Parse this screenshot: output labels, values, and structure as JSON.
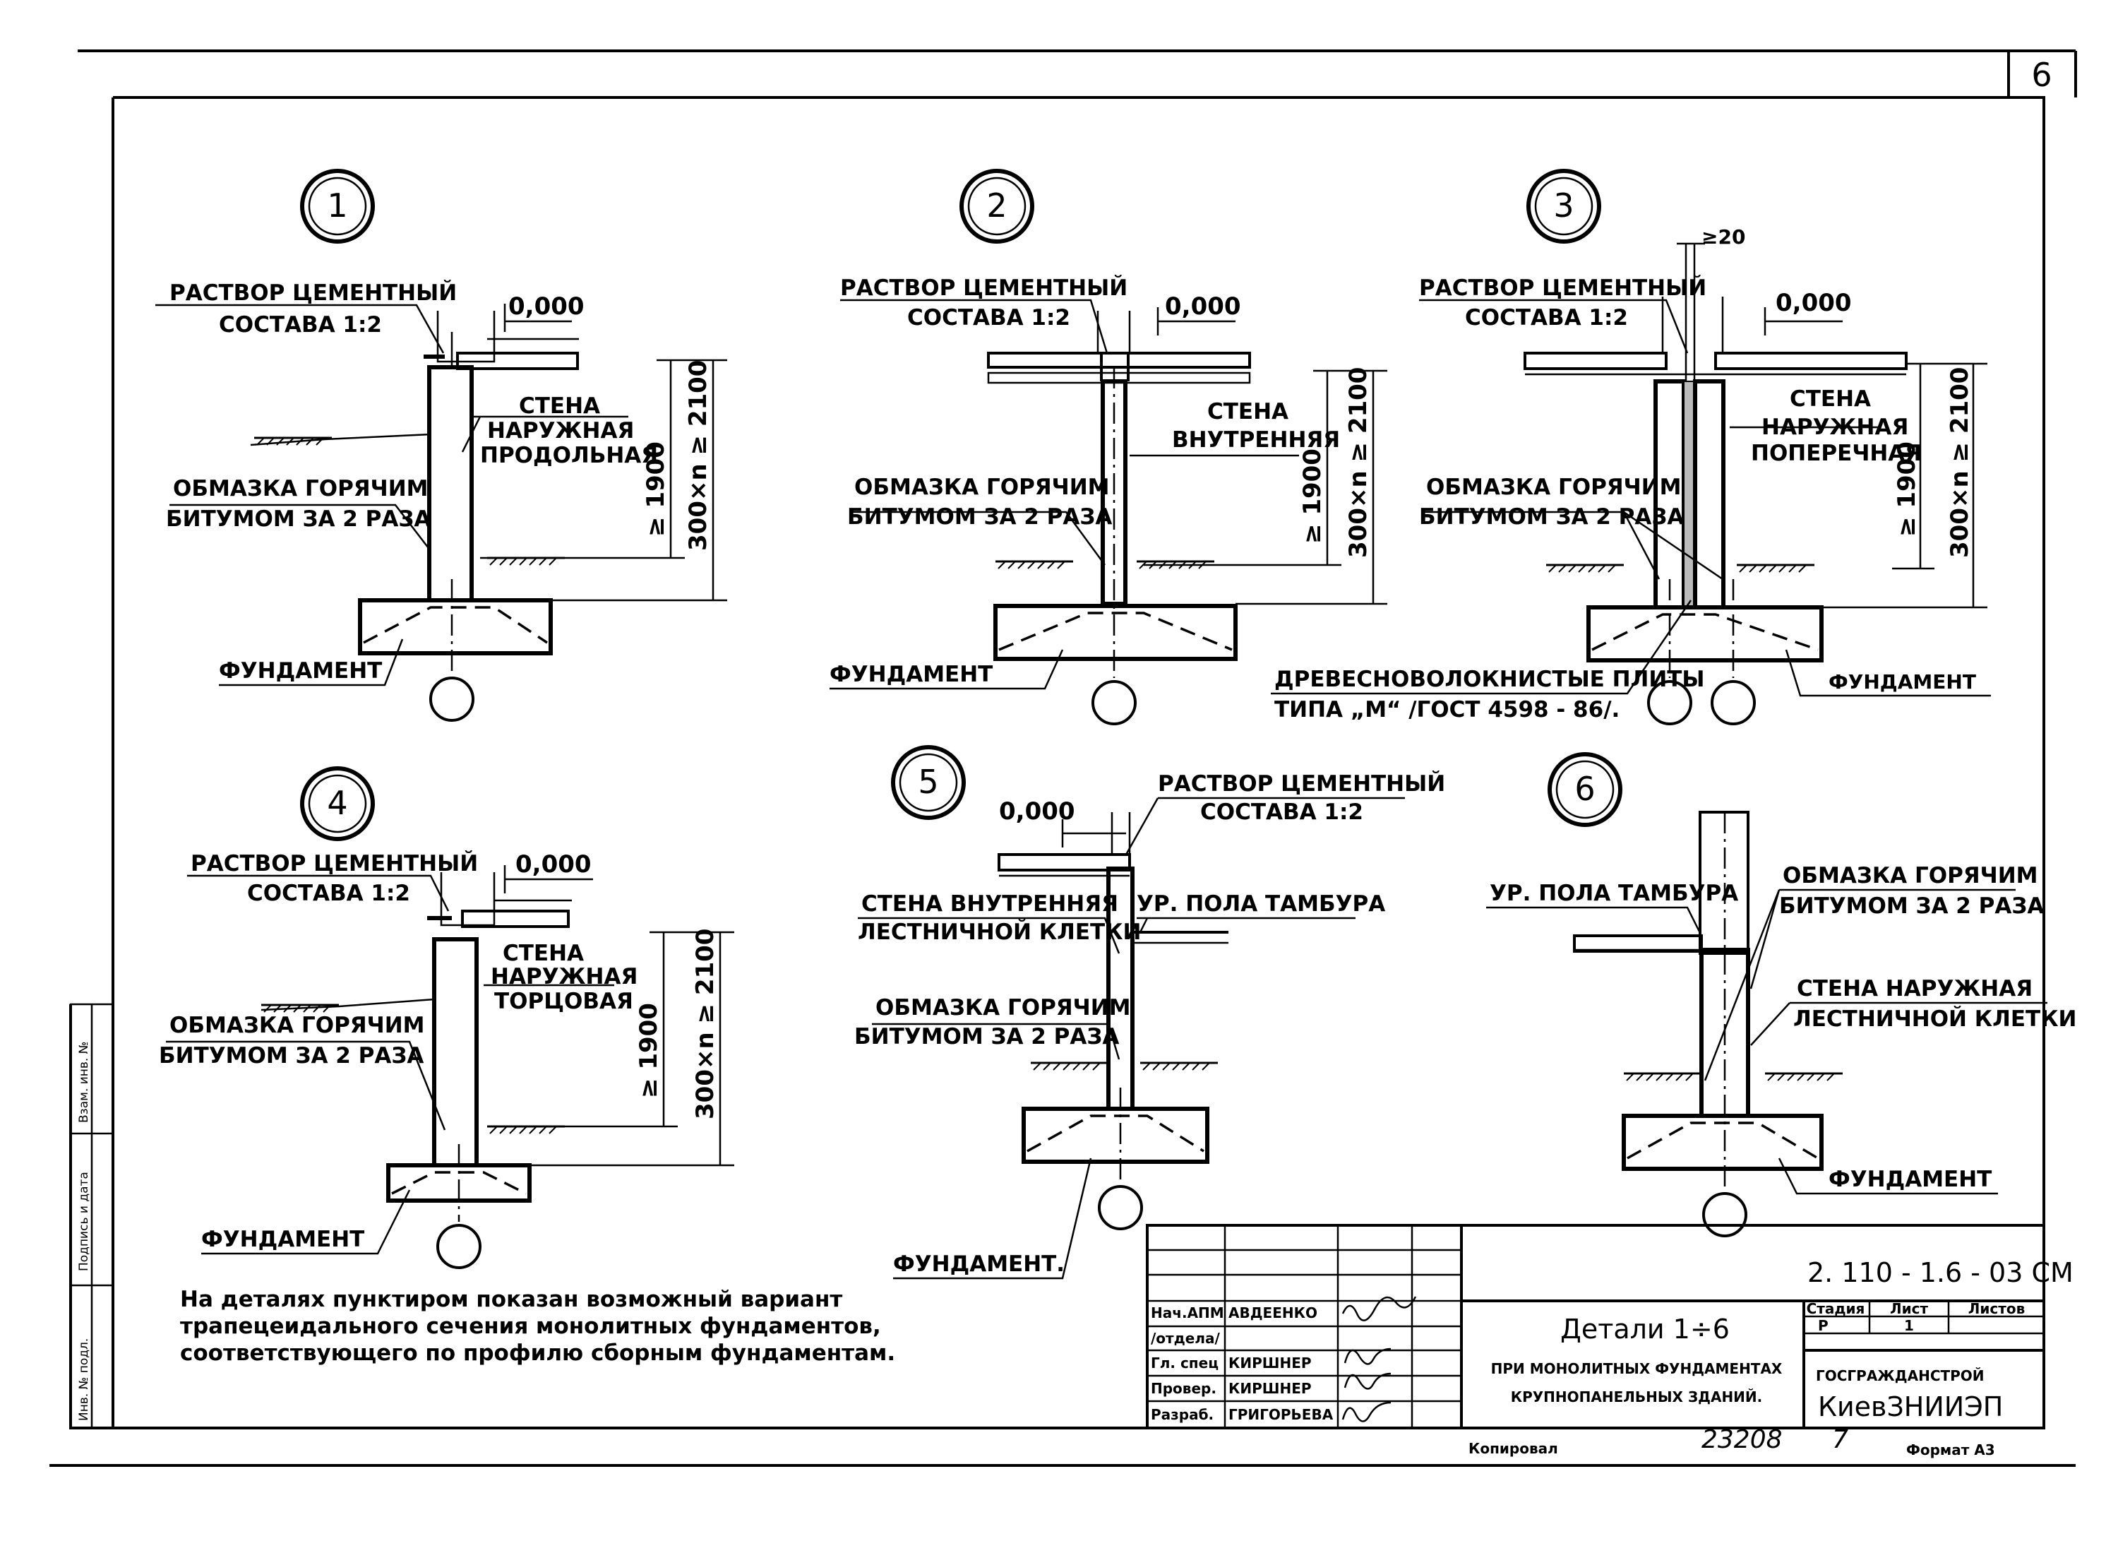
{
  "sheet": {
    "sheet_number": "6",
    "note": [
      "На деталях пунктиром показан возможный вариант",
      "трапецеидального сечения монолитных фундаментов,",
      "соответствующего по профилю сборным фундаментам."
    ],
    "copied": "Копировал",
    "inventory": "23208",
    "page_index": "7",
    "format": "Формат А3"
  },
  "side_stamp": {
    "cells": [
      "Взам. инв. №",
      "Подпись и дата",
      "Инв. № подл."
    ]
  },
  "details": [
    {
      "id": "1",
      "mortar": [
        "РАСТВОР ЦЕМЕНТНЫЙ",
        "СОСТАВА 1:2"
      ],
      "level": "0,000",
      "wall": [
        "СТЕНА",
        "НАРУЖНАЯ",
        "ПРОДОЛЬНАЯ"
      ],
      "coating": [
        "ОБМАЗКА ГОРЯЧИМ",
        "БИТУМОМ ЗА 2 РАЗА"
      ],
      "dim_a": "≥ 1900",
      "dim_b": "300×n ≥ 2100",
      "foundation": "ФУНДАМЕНТ"
    },
    {
      "id": "2",
      "mortar": [
        "РАСТВОР ЦЕМЕНТНЫЙ",
        "СОСТАВА 1:2"
      ],
      "level": "0,000",
      "wall": [
        "СТЕНА",
        "ВНУТРЕННЯЯ"
      ],
      "coating": [
        "ОБМАЗКА ГОРЯЧИМ",
        "БИТУМОМ ЗА 2 РАЗА"
      ],
      "dim_a": "≥ 1900",
      "dim_b": "300×n ≥ 2100",
      "foundation": "ФУНДАМЕНТ"
    },
    {
      "id": "3",
      "mortar": [
        "РАСТВОР ЦЕМЕНТНЫЙ",
        "СОСТАВА 1:2"
      ],
      "gap": "≥20",
      "level": "0,000",
      "wall": [
        "СТЕНА",
        "НАРУЖНАЯ",
        "ПОПЕРЕЧНАЯ"
      ],
      "coating": [
        "ОБМАЗКА ГОРЯЧИМ",
        "БИТУМОМ ЗА 2 РАЗА"
      ],
      "dim_a": "≥ 1900",
      "dim_b": "300×n ≥ 2100",
      "boards": [
        "ДРЕВЕСНОВОЛОКНИСТЫЕ ПЛИТЫ",
        "ТИПА „М“ /ГОСТ 4598 - 86/."
      ],
      "foundation": "ФУНДАМЕНТ"
    },
    {
      "id": "4",
      "mortar": [
        "РАСТВОР ЦЕМЕНТНЫЙ",
        "СОСТАВА 1:2"
      ],
      "level": "0,000",
      "wall": [
        "СТЕНА",
        "НАРУЖНАЯ",
        "ТОРЦОВАЯ"
      ],
      "coating": [
        "ОБМАЗКА ГОРЯЧИМ",
        "БИТУМОМ ЗА 2 РАЗА"
      ],
      "dim_a": "≥ 1900",
      "dim_b": "300×n ≥ 2100",
      "foundation": "ФУНДАМЕНТ"
    },
    {
      "id": "5",
      "mortar": [
        "РАСТВОР ЦЕМЕНТНЫЙ",
        "СОСТАВА 1:2"
      ],
      "level": "0,000",
      "wall": [
        "СТЕНА ВНУТРЕННЯЯ",
        "ЛЕСТНИЧНОЙ КЛЕТКИ"
      ],
      "floor": "УР. ПОЛА ТАМБУРА",
      "coating": [
        "ОБМАЗКА ГОРЯЧИМ",
        "БИТУМОМ ЗА 2 РАЗА"
      ],
      "foundation": "ФУНДАМЕНТ."
    },
    {
      "id": "6",
      "floor": "УР. ПОЛА ТАМБУРА",
      "coating": [
        "ОБМАЗКА ГОРЯЧИМ",
        "БИТУМОМ ЗА 2 РАЗА"
      ],
      "wall": [
        "СТЕНА НАРУЖНАЯ",
        "ЛЕСТНИЧНОЙ КЛЕТКИ"
      ],
      "foundation": "ФУНДАМЕНТ"
    }
  ],
  "title_block": {
    "code": "2. 110 - 1.6 - 03 СМ",
    "title": "Детали 1÷6",
    "subtitle": [
      "ПРИ МОНОЛИТНЫХ ФУНДАМЕНТАХ",
      "КРУПНОПАНЕЛЬНЫХ ЗДАНИЙ."
    ],
    "stage_label": "Стадия",
    "sheet_label": "Лист",
    "sheets_label": "Листов",
    "stage": "Р",
    "sheet": "1",
    "sheets": "",
    "org": "ГОСГРАЖДАНСТРОЙ",
    "institute": "КиевЗНИИЭП",
    "people": [
      {
        "role": "Нач.АПМ",
        "name": "АВДЕЕНКО"
      },
      {
        "role": "/отдела/",
        "name": ""
      },
      {
        "role": "Гл. спец",
        "name": "КИРШНЕР"
      },
      {
        "role": "Провер.",
        "name": "КИРШНЕР"
      },
      {
        "role": "Разраб.",
        "name": "ГРИГОРЬЕВА"
      }
    ]
  }
}
